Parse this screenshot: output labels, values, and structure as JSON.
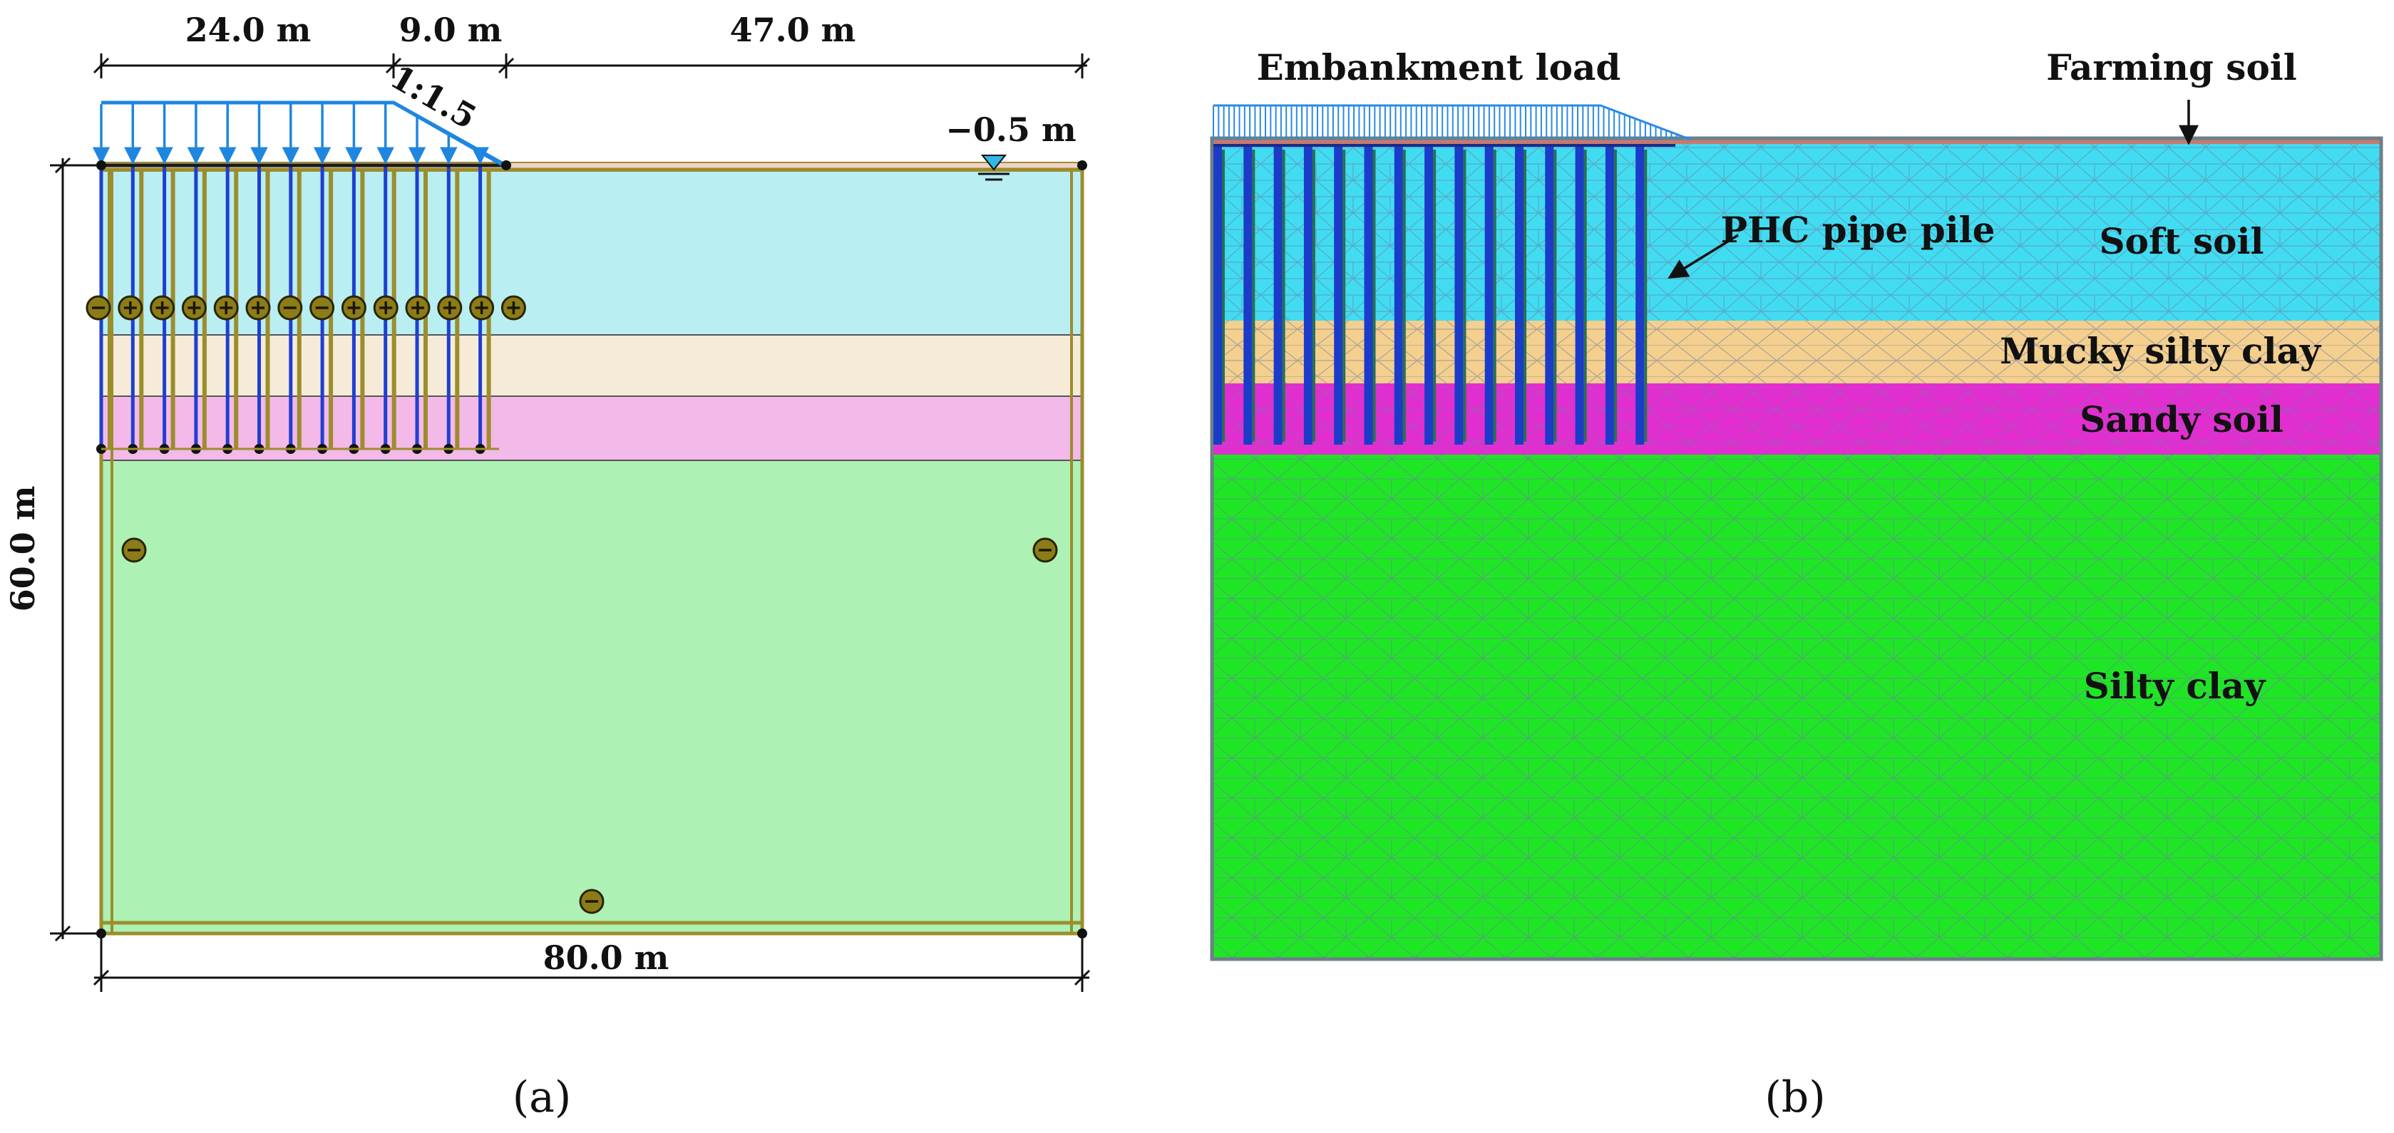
{
  "panel_a": {
    "dim_top": [
      "24.0 m",
      "9.0 m",
      "47.0 m"
    ],
    "slope_ratio": "1:1.5",
    "water_level": "−0.5 m",
    "dim_height": "60.0 m",
    "dim_width": "80.0 m",
    "caption": "(a)",
    "anchor_symbols_top": [
      "-",
      "+",
      "+",
      "+",
      "+",
      "+",
      "-",
      "-",
      "+",
      "+",
      "+",
      "+",
      "+",
      "+"
    ],
    "anchor_symbols_lower": [
      "-",
      "-",
      "-"
    ],
    "colors": {
      "soft_soil": "#b9eef3",
      "mucky_silty_clay": "#f5ebd8",
      "sandy_soil": "#f3b9e8",
      "silty_clay": "#adf1b5",
      "pile": "#1f3fd0",
      "geogrid": "#9c8d2c",
      "load": "#1f86e0"
    }
  },
  "panel_b": {
    "label_embankment": "Embankment load",
    "label_farming": "Farming soil",
    "label_pile": "PHC pipe pile",
    "layers": [
      "Soft soil",
      "Mucky silty clay",
      "Sandy soil",
      "Silty clay"
    ],
    "caption": "(b)",
    "colors": {
      "soft_soil": "#41dcf2",
      "mucky_silty_clay": "#f4cf8e",
      "sandy_soil": "#e22dd1",
      "silty_clay": "#1fe624",
      "mesh": "#6c7fa0",
      "pile": "#1b3bc9",
      "farming_soil": "#c47a6e",
      "load": "#2a8ae6"
    }
  }
}
